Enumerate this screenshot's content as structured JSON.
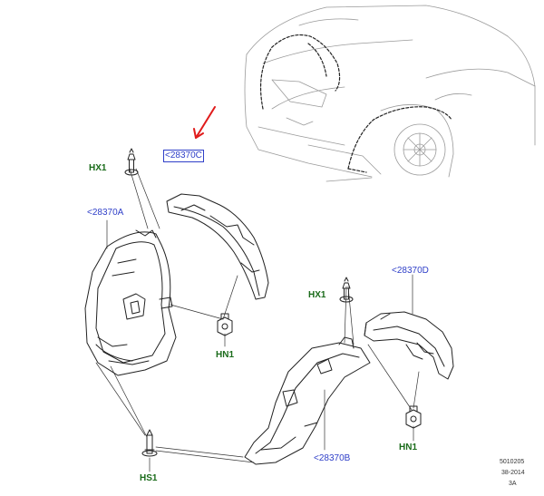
{
  "part_labels": {
    "a": "<28370A",
    "b": "<28370B",
    "c": "<28370C",
    "d": "<28370D"
  },
  "fastener_labels": {
    "hx1_left": "HX1",
    "hx1_right": "HX1",
    "hn1_left": "HN1",
    "hn1_right": "HN1",
    "hs1": "HS1"
  },
  "drawing_ref": {
    "code": "5010205",
    "date": "38-2014",
    "rev": "3A"
  },
  "colors": {
    "reference": "#2f3fc8",
    "fastener": "#1a6b1a",
    "indicator": "#e01b1b",
    "outline": "#222222"
  }
}
